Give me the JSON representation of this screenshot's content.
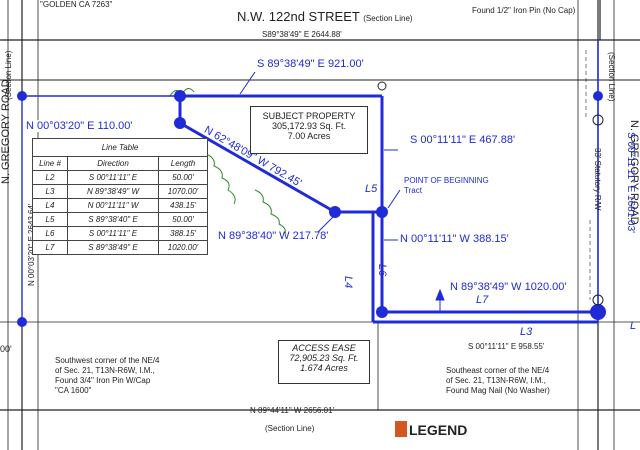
{
  "streets": {
    "top_line": "N.W. 122nd STREET",
    "top_line_tag": "(Section Line)",
    "top_bearing": "S89°38'49\" E 2644.88'",
    "top_left_note": "\"GOLDEN CA 7263\"",
    "top_right_note": "Found 1/2\" Iron Pin (No Cap)",
    "left_road": "N. GREGORY ROAD",
    "left_section_tag": "(Section Line)",
    "left_bearing": "N 00°03'20\" E 2643.64'",
    "left_edge_fragment": "00'",
    "right_road": "N. GREGORY ROAD",
    "right_bearing": "S 00°11'11\" E 1681.03'",
    "right_statutory": "33' Statutory R/W",
    "right_section_tag": "(Section Line)",
    "bottom_bearing": "N 89°44'11\" W 2656.01'",
    "bottom_tag": "(Section Line)"
  },
  "bearings": {
    "north": "S 89°38'49\" E 921.00'",
    "west": "N 00°03'20\" E 110.00'",
    "diagonal": "N 62°48'09\" W 792.45'",
    "short": "N 89°38'40\" W 217.78'",
    "east": "S 00°11'11\" E 467.88'",
    "mid": "N 00°11'11\" W 388.15'",
    "access": "N 89°38'49\" W 1020.00'",
    "south_east": "S 00°11'11\" E 958.55'"
  },
  "line_labels": {
    "l5": "L5",
    "l6": "L6",
    "l4": "L4",
    "l7": "L7",
    "l3": "L3",
    "l_edge": "L"
  },
  "subject": {
    "title": "SUBJECT PROPERTY",
    "area": "305,172.93 Sq. Ft.",
    "acres": "7.00 Acres"
  },
  "access": {
    "title": "ACCESS EASE",
    "area": "72,905.23 Sq. Ft.",
    "acres": "1.674 Acres"
  },
  "pob": {
    "title": "POINT OF BEGINNING",
    "sub": "Tract"
  },
  "southwest_note": [
    "Southwest corner of the NE/4",
    "of Sec. 21, T13N-R6W, I.M.,",
    "Found 3/4\" Iron Pin W/Cap",
    "\"CA 1600\""
  ],
  "southeast_note": [
    "Southeast corner of the NE/4",
    "of Sec. 21, T13N-R6W, I.M.,",
    "Found Mag Nail (No Washer)"
  ],
  "line_table": {
    "title": "Line Table",
    "headers": [
      "Line #",
      "Direction",
      "Length"
    ],
    "rows": [
      [
        "L2",
        "S 00°11'11\" E",
        "50.00'"
      ],
      [
        "L3",
        "N 89°38'49\" W",
        "1070.00'"
      ],
      [
        "L4",
        "N 00°11'11\" W",
        "438.15'"
      ],
      [
        "L5",
        "S 89°38'40\" E",
        "50.00'"
      ],
      [
        "L6",
        "S 00°11'11\" E",
        "388.15'"
      ],
      [
        "L7",
        "S 89°38'49\" E",
        "1020.00'"
      ]
    ]
  },
  "legend": "LEGEND",
  "colors": {
    "boundary": "#1f2bd6",
    "survey_line": "#222222",
    "legend_mark": "#d2581f",
    "vegetation": "#2e8b2e"
  }
}
